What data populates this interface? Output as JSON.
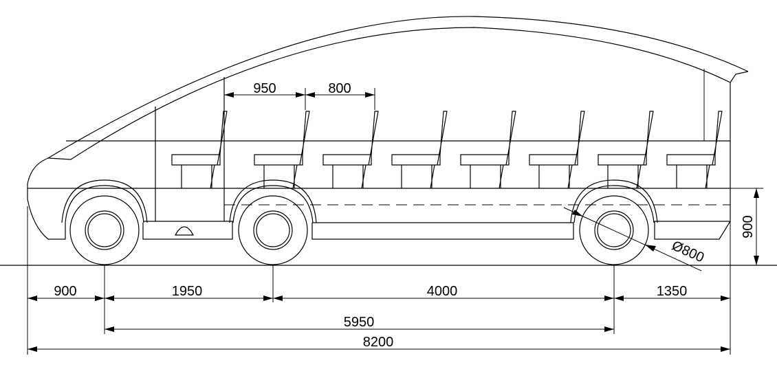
{
  "drawing": {
    "line_color": "#000000",
    "background": "#ffffff"
  },
  "dimensions": {
    "seat_gap_front": "950",
    "seat_pitch": "800",
    "front_overhang": "900",
    "front_to_middle_axle": "1950",
    "middle_to_rear_axle": "4000",
    "rear_overhang": "1350",
    "wheelbase": "5950",
    "overall_length": "8200",
    "floor_height": "900",
    "wheel_diameter": "Ø800"
  }
}
